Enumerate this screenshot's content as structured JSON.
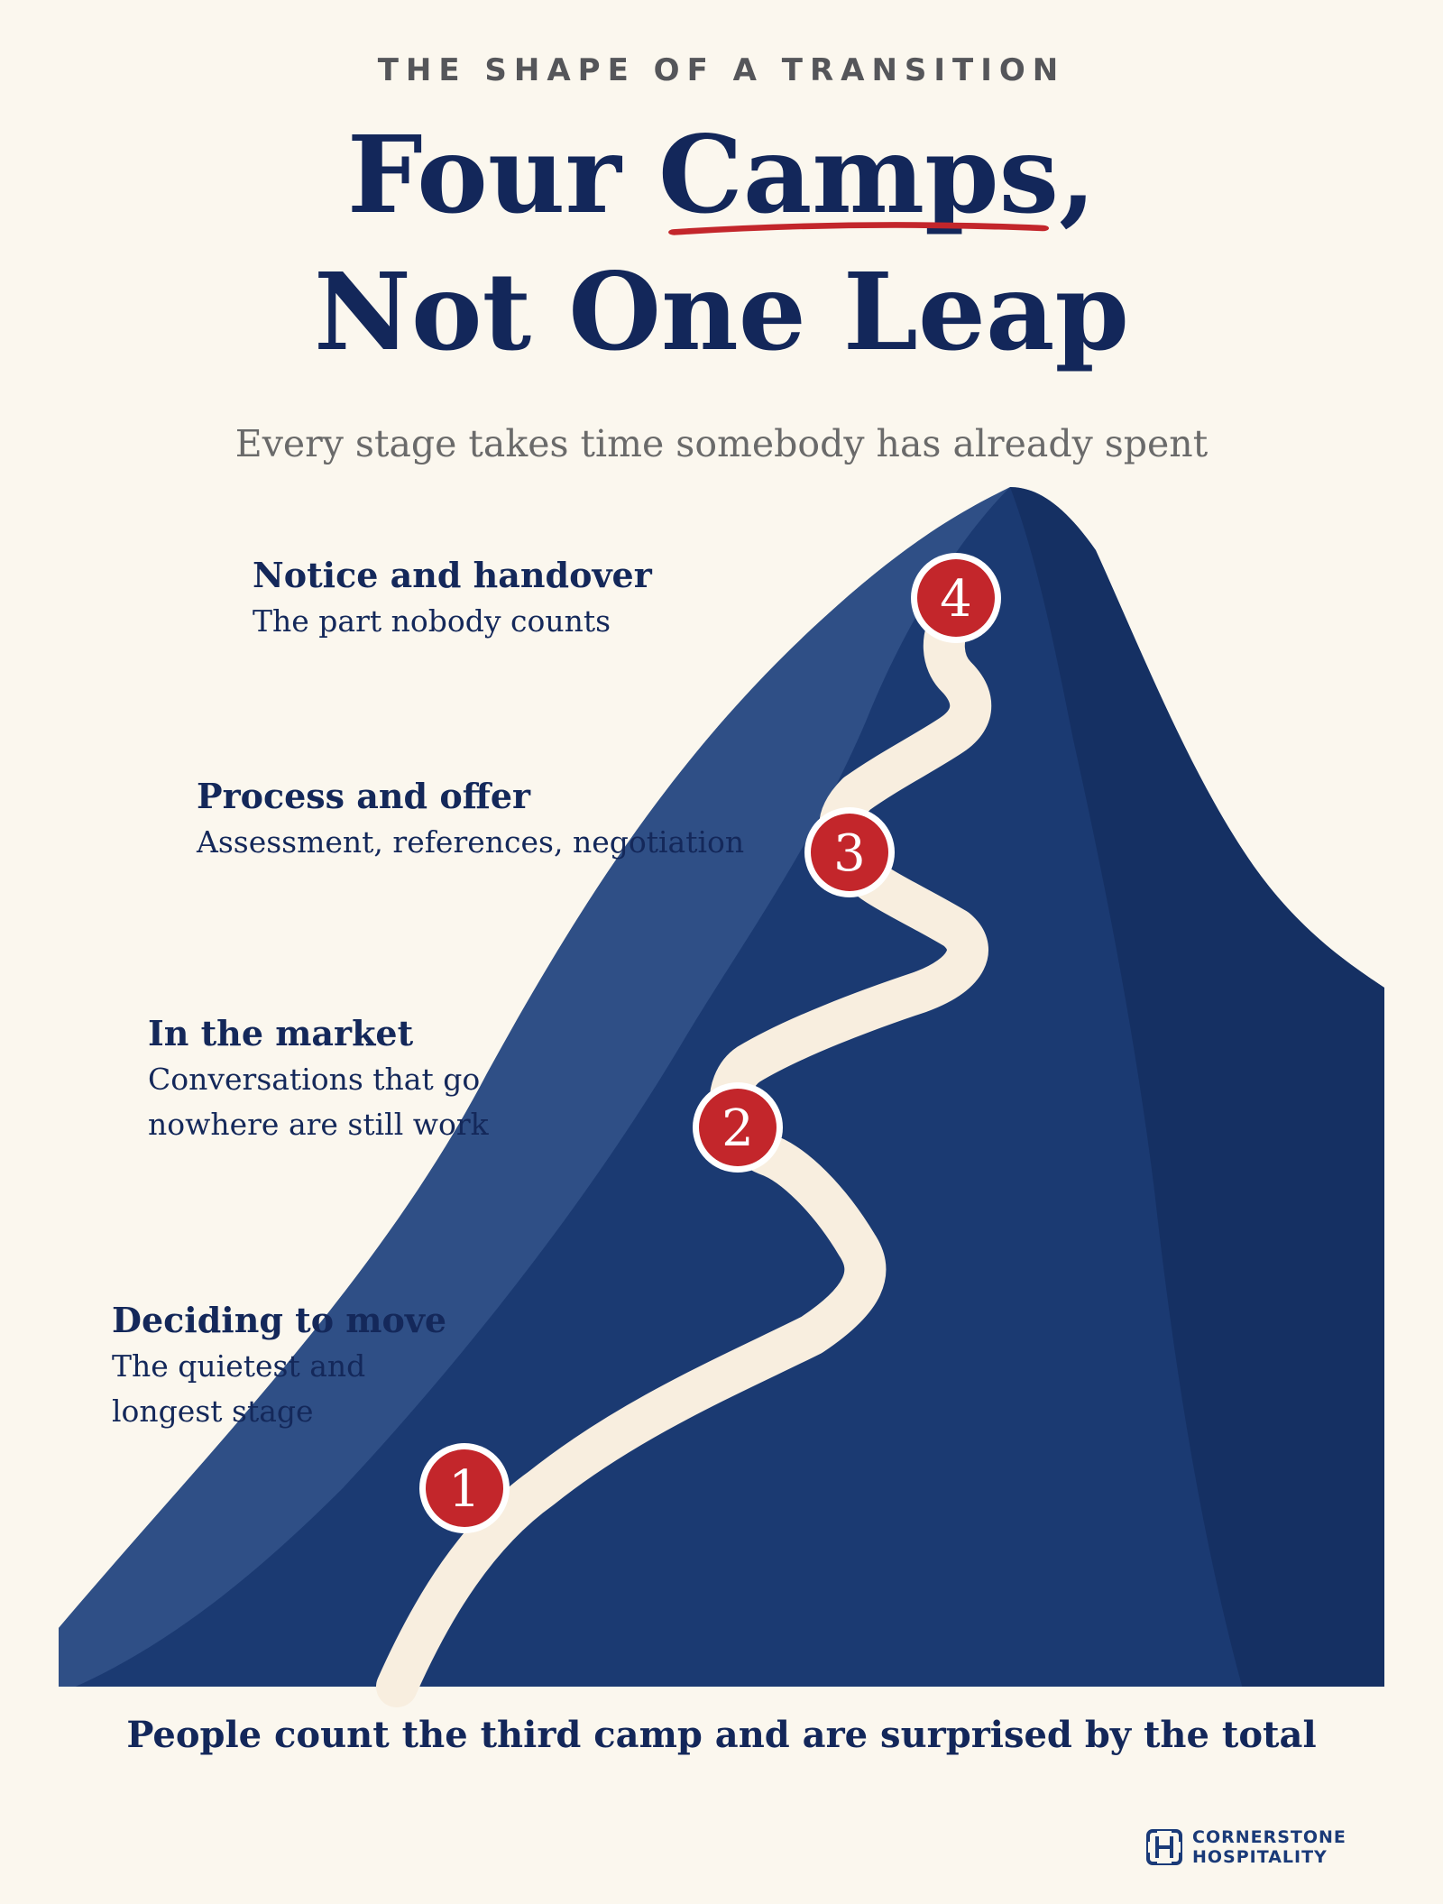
{
  "header": {
    "eyebrow": "THE SHAPE OF A TRANSITION",
    "title_line1_pre": "Four ",
    "title_line1_highlight": "Camps",
    "title_line1_post": ",",
    "title_line2": "Not One Leap",
    "subtitle": "Every stage takes time somebody has already spent"
  },
  "stages": [
    {
      "number": "1",
      "title": "Deciding to move",
      "desc": [
        "The quietest and",
        "longest stage"
      ]
    },
    {
      "number": "2",
      "title": "In the market",
      "desc": [
        "Conversations that go",
        "nowhere are still work"
      ]
    },
    {
      "number": "3",
      "title": "Process and offer",
      "desc": [
        "Assessment, references, negotiation"
      ]
    },
    {
      "number": "4",
      "title": "Notice and handover",
      "desc": [
        "The part nobody counts"
      ]
    }
  ],
  "footer": {
    "text": "People count the third camp and are surprised by the total"
  },
  "brand": {
    "line1": "CORNERSTONE",
    "line2": "HOSPITALITY"
  },
  "colors": {
    "background": "#fbf7ee",
    "mountain": "#1b3a72",
    "mountain_light": "#3f6198",
    "mountain_dark": "#142e5f",
    "path": "#f8eedf",
    "marker": "#c3262b",
    "accent_underline": "#c3262b",
    "text": "#14285a"
  }
}
